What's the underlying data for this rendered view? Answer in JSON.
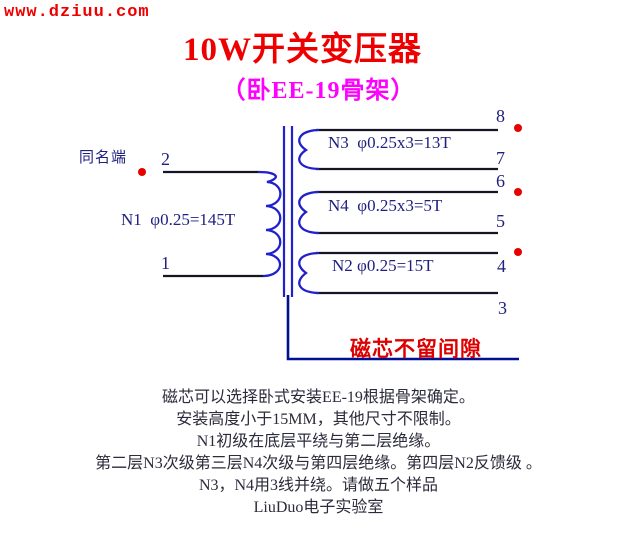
{
  "header": {
    "logo": "www.dziuu.com",
    "title": "10W开关变压器",
    "subtitle": "（卧EE-19骨架）"
  },
  "schematic": {
    "dot_label": "同名端",
    "primary": {
      "label": "N1  φ0.25=145T",
      "pin_top": "2",
      "pin_bottom": "1"
    },
    "secondaries": [
      {
        "label": "N3  φ0.25x3=13T",
        "pin_top": "8",
        "pin_bottom": "7"
      },
      {
        "label": "N4  φ0.25x3=5T",
        "pin_top": "6",
        "pin_bottom": "5"
      },
      {
        "label": "N2 φ0.25=15T",
        "pin_top": "4",
        "pin_bottom": "3"
      }
    ],
    "core_note": "磁芯不留间隙"
  },
  "notes": [
    "磁芯可以选择卧式安装EE-19根据骨架确定。",
    "安装高度小于15MM，其他尺寸不限制。",
    "N1初级在底层平绕与第二层绝缘。",
    "第二层N3次级第三层N4次级与第四层绝缘。第四层N2反馈级 。",
    "N3，N4用3线并绕。请做五个样品",
    "LiuDuo电子实验室"
  ],
  "colors": {
    "accent_red": "#ee0000",
    "note_red": "#dd0000",
    "magenta": "#ff00ff",
    "coil_blue": "#2020cc",
    "connector_navy": "#001090",
    "wire_black": "#151525",
    "navy_text": "#202080",
    "dot_red": "#e80000",
    "notes_text": "#2b2b3b"
  }
}
